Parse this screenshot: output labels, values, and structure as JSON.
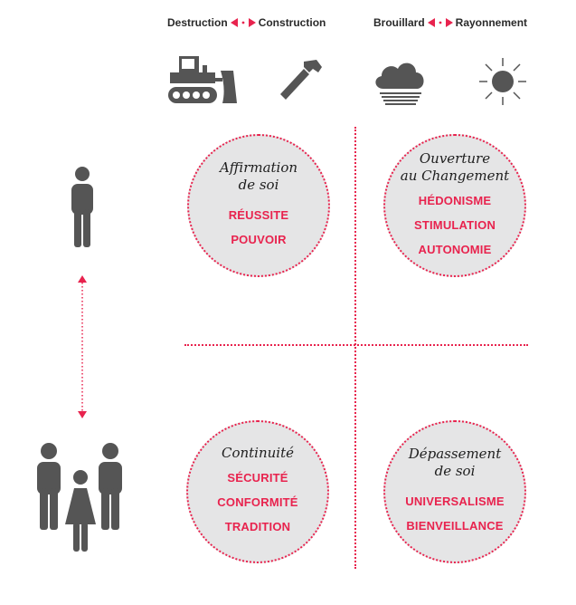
{
  "header": {
    "left": {
      "from": "Destruction",
      "to": "Construction"
    },
    "right": {
      "from": "Brouillard",
      "to": "Rayonnement"
    }
  },
  "icons": [
    "bulldozer-icon",
    "hammer-icon",
    "cloud-fog-icon",
    "sun-icon",
    "person-icon",
    "family-icon"
  ],
  "colors": {
    "accent": "#e8234e",
    "circle_fill": "#e5e5e6",
    "icon_gray": "#555555"
  },
  "quadrants": {
    "top_left": {
      "title": [
        "Affirmation",
        "de soi"
      ],
      "values": [
        "RÉUSSITE",
        "POUVOIR"
      ]
    },
    "top_right": {
      "title": [
        "Ouverture",
        "au Changement"
      ],
      "values": [
        "HÉDONISME",
        "STIMULATION",
        "AUTONOMIE"
      ]
    },
    "bottom_left": {
      "title": [
        "Continuité"
      ],
      "values": [
        "SÉCURITÉ",
        "CONFORMITÉ",
        "TRADITION"
      ]
    },
    "bottom_right": {
      "title": [
        "Dépassement",
        "de soi"
      ],
      "values": [
        "UNIVERSALISME",
        "BIENVEILLANCE"
      ]
    }
  }
}
